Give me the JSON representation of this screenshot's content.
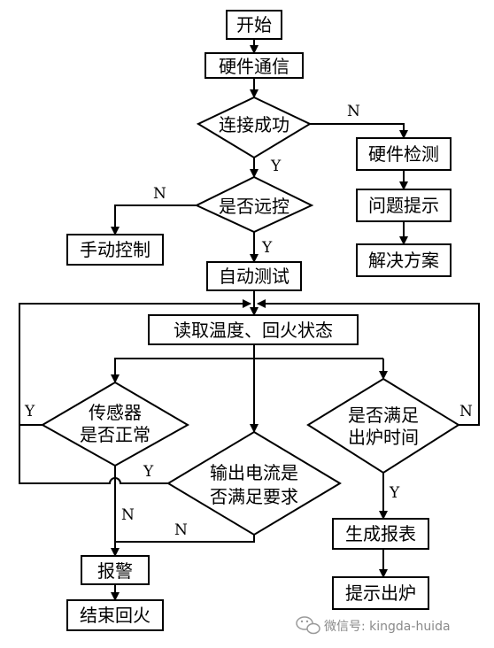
{
  "nodes": {
    "start": "开始",
    "hw_comm": "硬件通信",
    "connect_ok": "连接成功",
    "hw_check": "硬件检测",
    "problem_hint": "问题提示",
    "solution": "解决方案",
    "is_remote": "是否远控",
    "manual_ctrl": "手动控制",
    "auto_test": "自动测试",
    "read_state": "读取温度、回火状态",
    "sensor_ok_1": "传感器",
    "sensor_ok_2": "是否正常",
    "current_ok_1": "输出电流是",
    "current_ok_2": "否满足要求",
    "time_ok_1": "是否满足",
    "time_ok_2": "出炉时间",
    "alarm": "报警",
    "end_temper": "结束回火",
    "gen_report": "生成报表",
    "hint_out": "提示出炉"
  },
  "edge_labels": {
    "yes": "Y",
    "no": "N"
  },
  "watermark": {
    "icon": "wechat-icon",
    "text": "微信号: kingda-huida"
  }
}
